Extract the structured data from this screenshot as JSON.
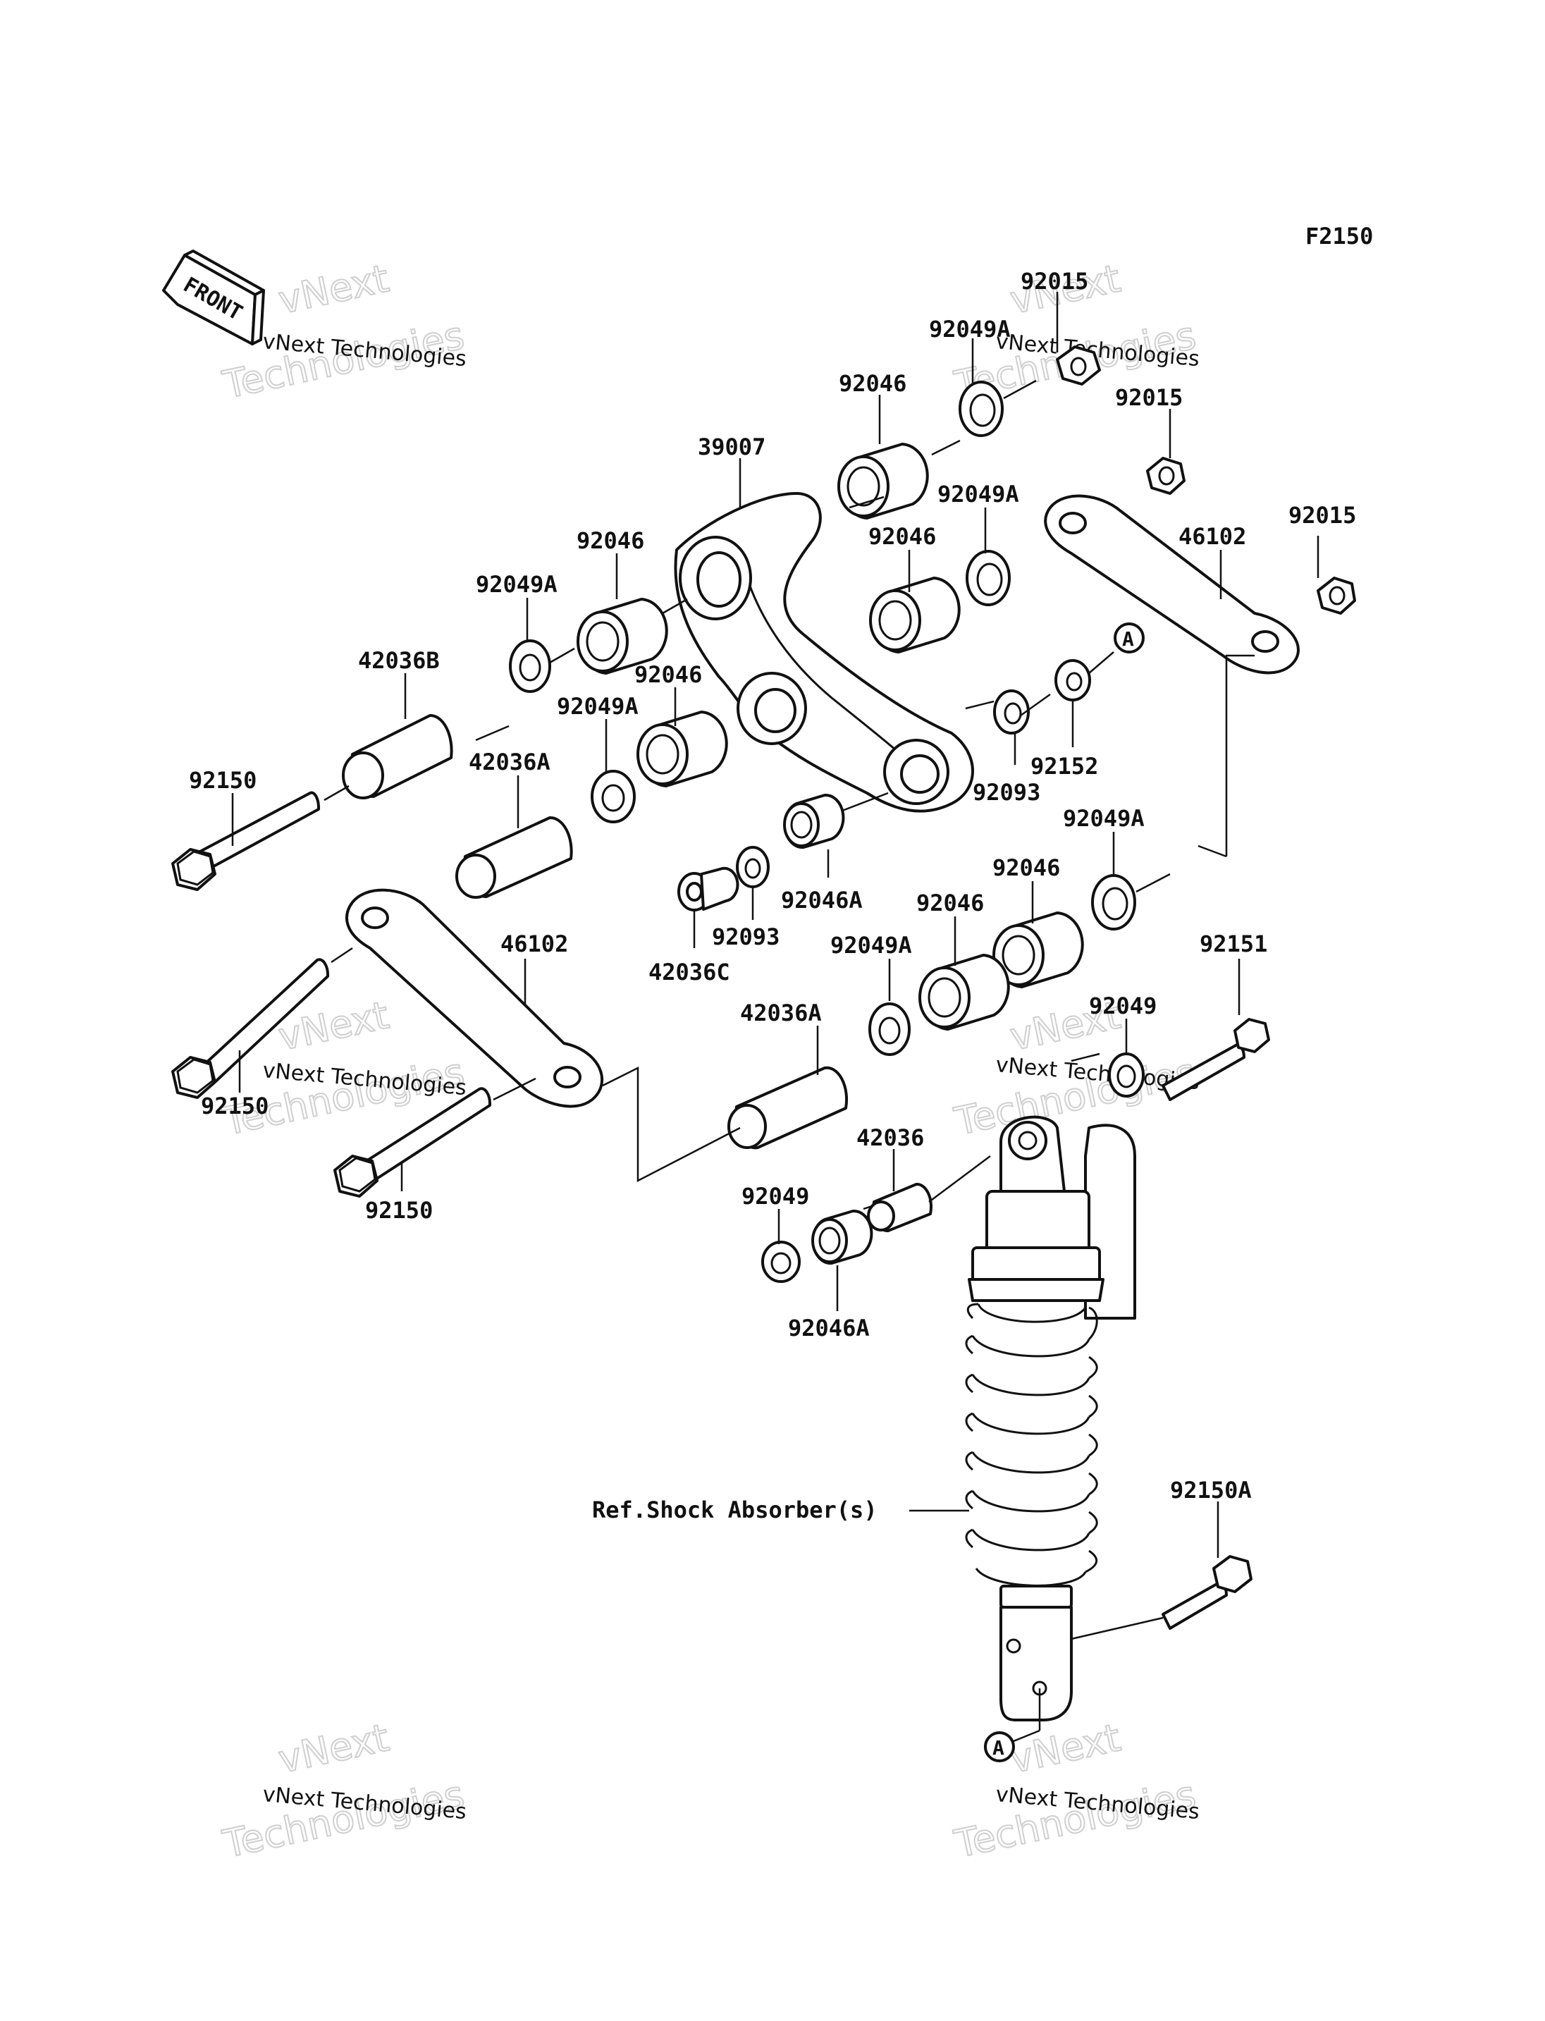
{
  "diagram": {
    "code": "F2150",
    "front_text": "FRONT",
    "ref_text": "Ref.Shock Absorber(s)",
    "ref_marker": "A",
    "watermark": {
      "line1": "vNext Technologies",
      "line2": "vNext",
      "line3": "Technologies"
    },
    "labels": {
      "p92015a": "92015",
      "p92049a1": "92049A",
      "p92046a1": "92046",
      "p92015b": "92015",
      "p39007": "39007",
      "p92049a2": "92049A",
      "p92015c": "92015",
      "p92046a2": "92046",
      "p46102a": "46102",
      "p92046a3": "92046",
      "p92049a3": "92049A",
      "p42036b": "42036B",
      "p92046a4": "92046",
      "p92049a4": "92049A",
      "p92152": "92152",
      "p92150a": "92150",
      "p42036a1": "42036A",
      "p92093a": "92093",
      "p92049a5": "92049A",
      "p92046a5": "92046",
      "p92046aa": "92046A",
      "p92093b": "92093",
      "p42036c": "42036C",
      "p92046a6": "92046",
      "p46102b": "46102",
      "p92049a6": "92049A",
      "p92151": "92151",
      "p42036a2": "42036A",
      "p92049b": "92049",
      "p92150b": "92150",
      "p42036": "42036",
      "p92150c": "92150",
      "p92049c": "92049",
      "p92046ab": "92046A",
      "p92150aa": "92150A"
    }
  }
}
